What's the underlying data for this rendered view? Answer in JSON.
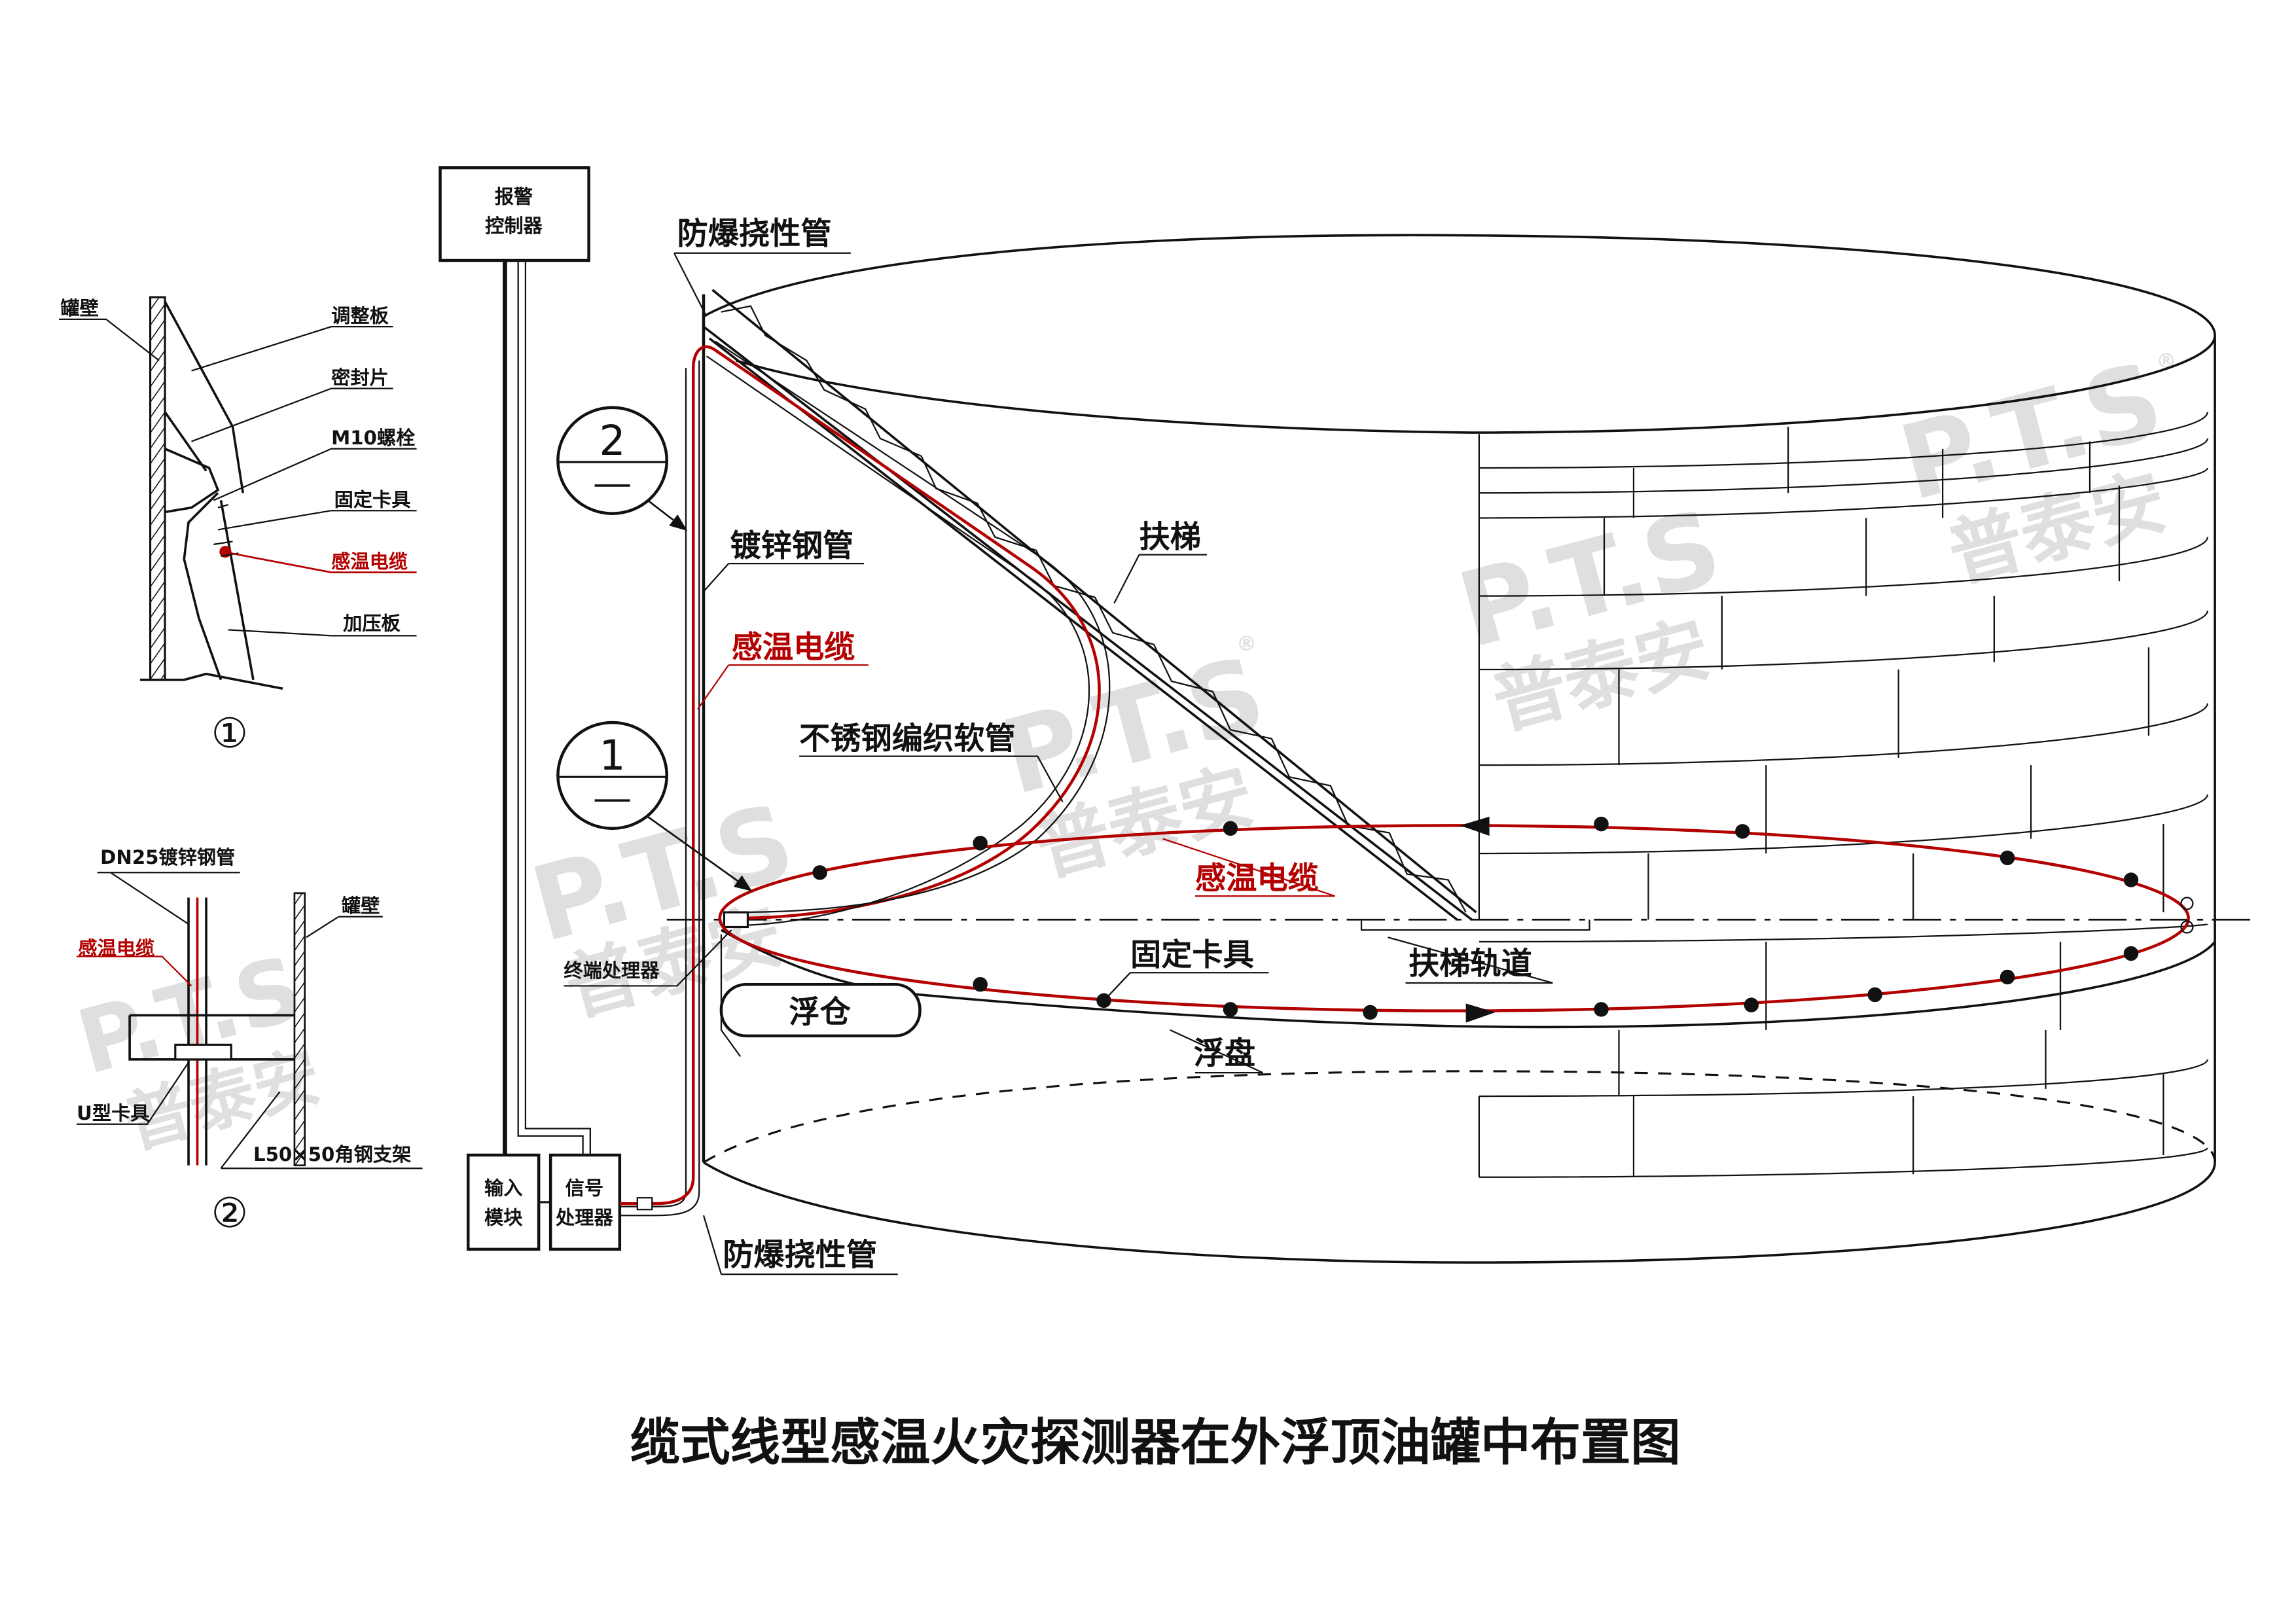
{
  "title": "缆式线型感温火灾探测器在外浮顶油罐中布置图",
  "colors": {
    "cable": "#b30000",
    "line": "#111111",
    "watermark": "#c06060"
  },
  "watermark": {
    "logo": "P.T.S",
    "name": "普泰安",
    "mark": "®"
  },
  "detail1": {
    "number": "①",
    "labels": {
      "wall": "罐壁",
      "adjust_plate": "调整板",
      "seal": "密封片",
      "bolt": "M10螺栓",
      "clamp": "固定卡具",
      "cable": "感温电缆",
      "press_plate": "加压板"
    }
  },
  "detail2": {
    "number": "②",
    "labels": {
      "pipe": "DN25镀锌钢管",
      "wall": "罐壁",
      "cable": "感温电缆",
      "u_clamp": "U型卡具",
      "bracket": "L50×50角钢支架"
    }
  },
  "devices": {
    "alarm_controller": [
      "报警",
      "控制器"
    ],
    "input_module": [
      "输入",
      "模块"
    ],
    "signal_processor": [
      "信号",
      "处理器"
    ]
  },
  "callouts": {
    "c2": "2",
    "c1": "1"
  },
  "labels": {
    "flex_top": "防爆挠性管",
    "galv_pipe": "镀锌钢管",
    "cable_vertical": "感温电缆",
    "ss_hose": "不锈钢编织软管",
    "ladder": "扶梯",
    "cable_ring": "感温电缆",
    "clamp": "固定卡具",
    "ladder_track": "扶梯轨道",
    "terminal": "终端处理器",
    "pontoon": "浮仓",
    "deck": "浮盘",
    "flex_bottom": "防爆挠性管"
  }
}
